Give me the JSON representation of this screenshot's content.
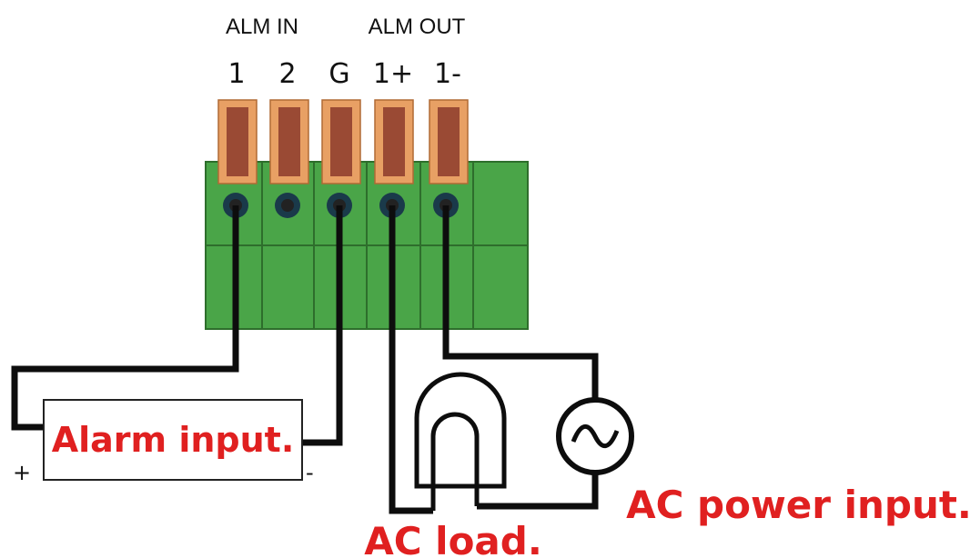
{
  "headers": {
    "alarm_in": "ALM IN",
    "alarm_out": "ALM OUT"
  },
  "pins": [
    "1",
    "2",
    "G",
    "1+",
    "1-"
  ],
  "labels": {
    "alarm_input": "Alarm input.",
    "ac_load": "AC load.",
    "ac_power_input": "AC power input.",
    "plus": "+",
    "minus": "-"
  },
  "colors": {
    "block": "#4aa548",
    "block_dark": "#2e6e2c",
    "tab_outer": "#e8a064",
    "tab_inner": "#9a4a34",
    "label_red": "#e02020",
    "wire": "#0d0d0d"
  },
  "icons": [
    "ac-source-icon",
    "load-icon"
  ]
}
